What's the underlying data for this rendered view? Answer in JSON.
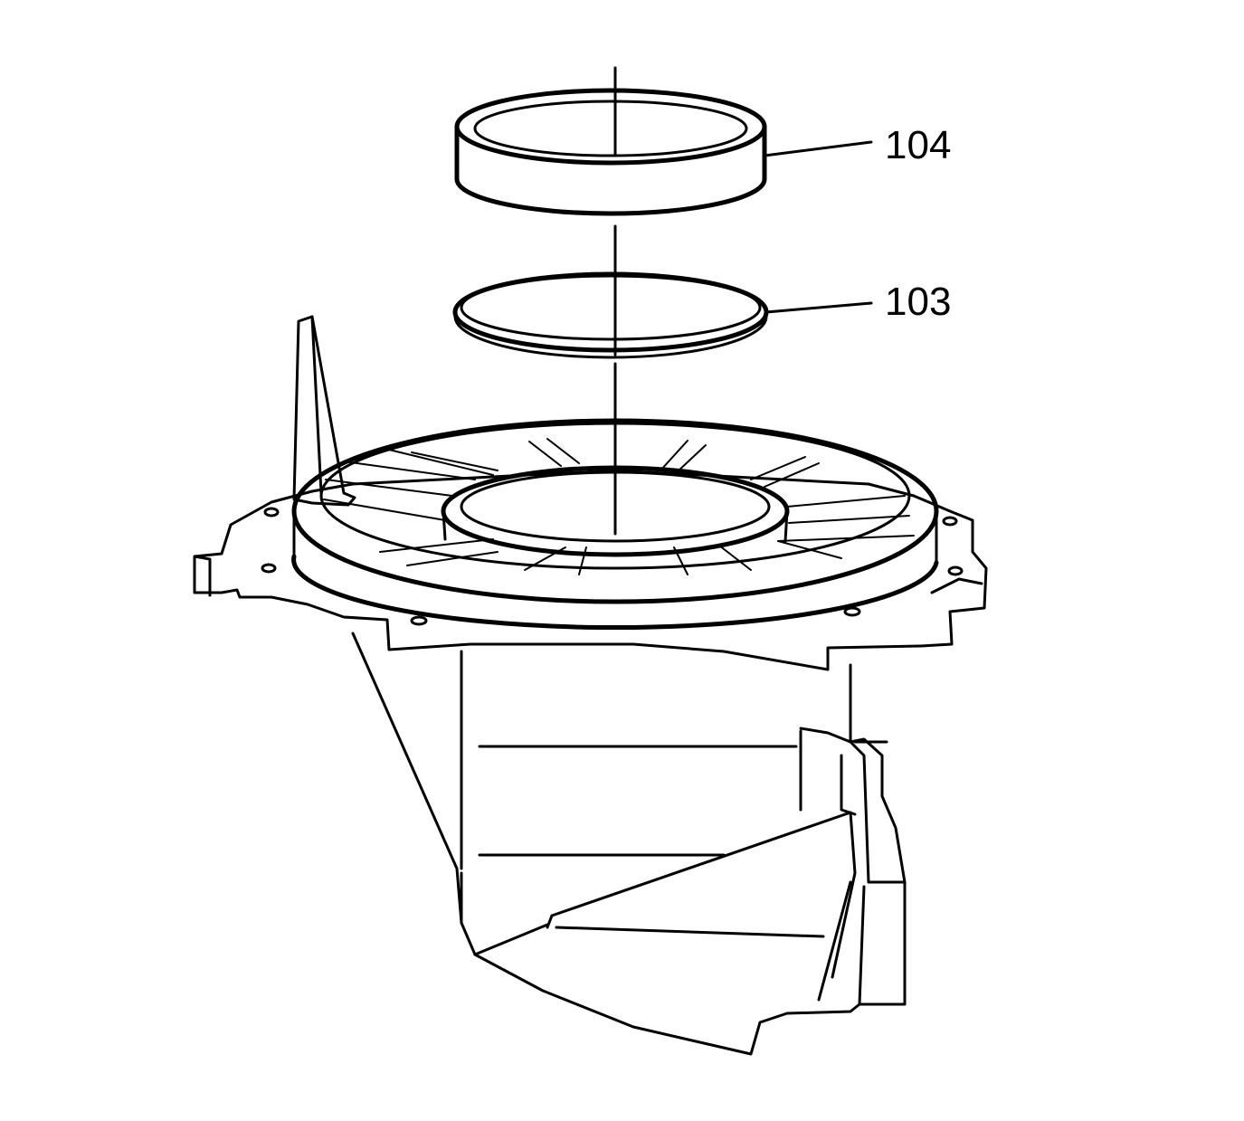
{
  "callouts": [
    {
      "id": "104",
      "label": "104"
    },
    {
      "id": "103",
      "label": "103"
    }
  ],
  "colors": {
    "stroke": "#000000",
    "background": "#ffffff"
  }
}
